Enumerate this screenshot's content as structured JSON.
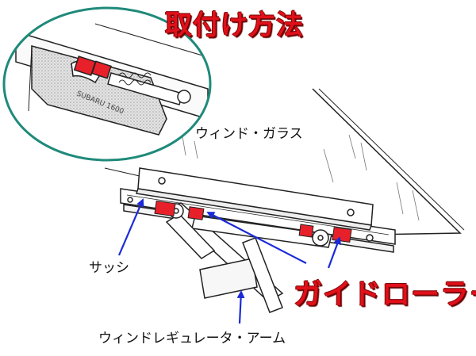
{
  "title": "取付け方法",
  "labels": {
    "window_glass": "ウィンド・ガラス",
    "sash": "サッシ",
    "guide_roller": "ガイドローラー",
    "regulator_arm": "ウィンドレギュレータ・アーム"
  },
  "inset_stamp_text": "SUBARU 1600",
  "colors": {
    "title_red": "#e0101a",
    "roller_red": "#e8202a",
    "arrow_blue": "#1a2ad8",
    "inset_border": "#1f8a7a",
    "line": "#222222"
  }
}
